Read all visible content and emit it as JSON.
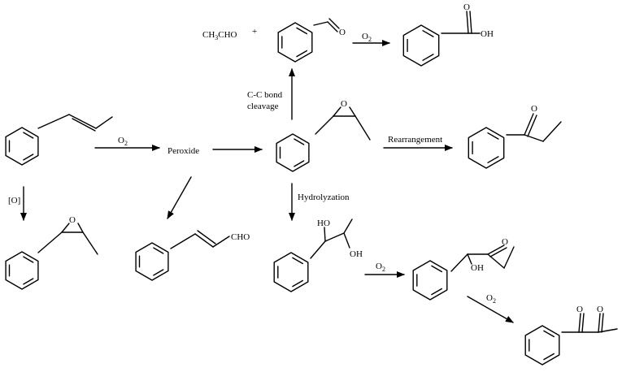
{
  "labels": {
    "acetaldehyde": "CH3CHO",
    "plus": "+",
    "o2_top": "O2",
    "o2_start": "O2",
    "peroxide": "Peroxide",
    "cc_line1": "C-C bond",
    "cc_line2": "cleavage",
    "rearrangement": "Rearrangement",
    "hydrolyzation": "Hydrolyzation",
    "o_bracket": "[O]",
    "o2_diol": "O2",
    "o2_ketol": "O2"
  },
  "atoms": {
    "O": "O",
    "OH": "OH",
    "HO": "HO",
    "CHO": "CHO"
  },
  "colors": {
    "ink": "#000000",
    "background": "#ffffff"
  }
}
